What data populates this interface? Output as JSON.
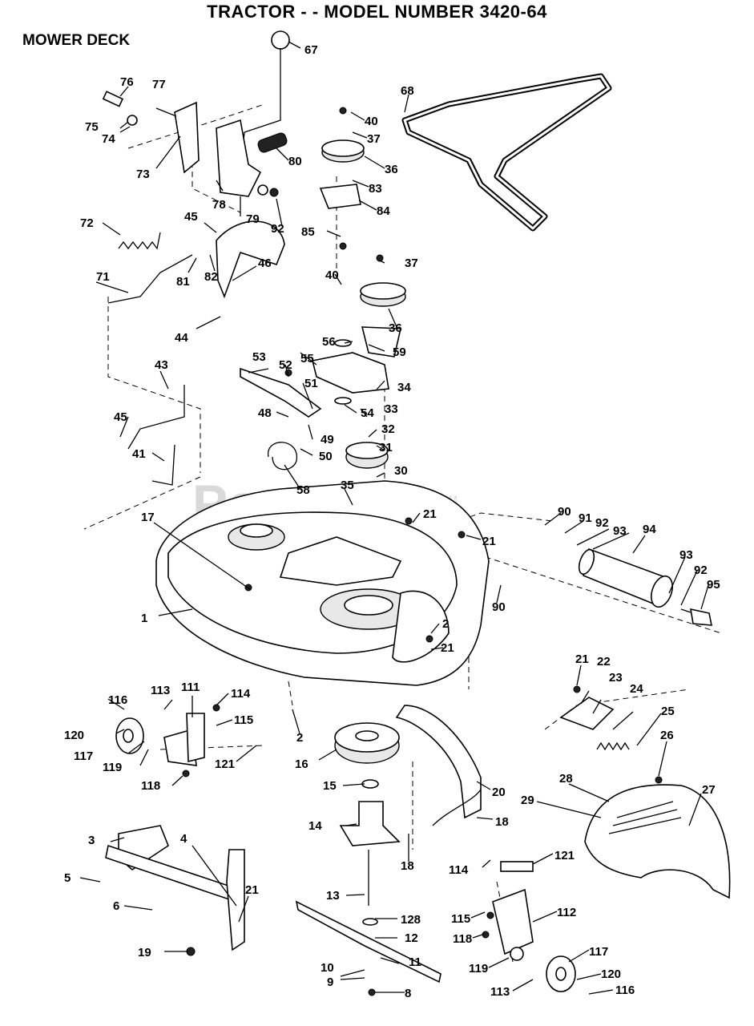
{
  "header": {
    "title": "TRACTOR - - MODEL NUMBER 3420-64",
    "section": "MOWER DECK"
  },
  "watermark": {
    "text": "PartsTree",
    "mark": "TM"
  },
  "labels": {
    "l1": "1",
    "l2a": "2",
    "l2b": "2",
    "l3": "3",
    "l4": "4",
    "l5": "5",
    "l6": "6",
    "l8": "8",
    "l9": "9",
    "l10": "10",
    "l11": "11",
    "l12": "12",
    "l13": "13",
    "l14": "14",
    "l15": "15",
    "l16": "16",
    "l17": "17",
    "l18a": "18",
    "l18b": "18",
    "l19": "19",
    "l20": "20",
    "l21a": "21",
    "l21b": "21",
    "l21c": "21",
    "l21d": "21",
    "l21e": "21",
    "l22": "22",
    "l23": "23",
    "l24": "24",
    "l25": "25",
    "l26": "26",
    "l27": "27",
    "l28": "28",
    "l29": "29",
    "l30": "30",
    "l31": "31",
    "l32": "32",
    "l33": "33",
    "l34": "34",
    "l35": "35",
    "l36a": "36",
    "l36b": "36",
    "l37a": "37",
    "l37b": "37",
    "l40a": "40",
    "l40b": "40",
    "l41": "41",
    "l43": "43",
    "l44": "44",
    "l45a": "45",
    "l45b": "45",
    "l46": "46",
    "l48": "48",
    "l49": "49",
    "l50": "50",
    "l51": "51",
    "l52": "52",
    "l53": "53",
    "l54": "54",
    "l55": "55",
    "l56": "56",
    "l58": "58",
    "l59": "59",
    "l67": "67",
    "l68": "68",
    "l71": "71",
    "l72": "72",
    "l73": "73",
    "l74": "74",
    "l75": "75",
    "l76": "76",
    "l77": "77",
    "l78": "78",
    "l79": "79",
    "l80": "80",
    "l81": "81",
    "l82": "82",
    "l83": "83",
    "l84": "84",
    "l85": "85",
    "l90a": "90",
    "l90b": "90",
    "l91": "91",
    "l92a": "92",
    "l92b": "92",
    "l92c": "92",
    "l93a": "93",
    "l93b": "93",
    "l94": "94",
    "l95": "95",
    "l111": "111",
    "l112": "112",
    "l113a": "113",
    "l113b": "113",
    "l114a": "114",
    "l114b": "114",
    "l115a": "115",
    "l115b": "115",
    "l116a": "116",
    "l116b": "116",
    "l117a": "117",
    "l117b": "117",
    "l118a": "118",
    "l118b": "118",
    "l119a": "119",
    "l119b": "119",
    "l120a": "120",
    "l120b": "120",
    "l121a": "121",
    "l121b": "121",
    "l128": "128"
  }
}
